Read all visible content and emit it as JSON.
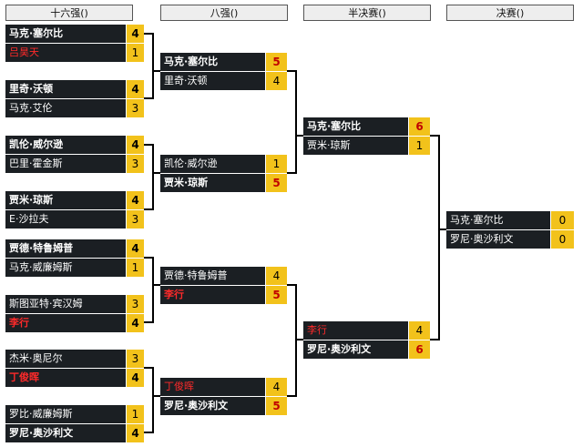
{
  "headers": {
    "r16": "十六强()",
    "qf": "八强()",
    "sf": "半决赛()",
    "final": "决赛()"
  },
  "r16": [
    {
      "a": "马克·塞尔比",
      "sa": "4",
      "b": "吕昊天",
      "sb": "1"
    },
    {
      "a": "里奇·沃顿",
      "sa": "4",
      "b": "马克·艾伦",
      "sb": "3"
    },
    {
      "a": "凯伦·威尔逊",
      "sa": "4",
      "b": "巴里·霍金斯",
      "sb": "3"
    },
    {
      "a": "贾米·琼斯",
      "sa": "4",
      "b": "E·沙拉夫",
      "sb": "3"
    },
    {
      "a": "贾德·特鲁姆普",
      "sa": "4",
      "b": "马克·威廉姆斯",
      "sb": "1"
    },
    {
      "a": "斯图亚特·宾汉姆",
      "sa": "3",
      "b": "李行",
      "sb": "4"
    },
    {
      "a": "杰米·奥尼尔",
      "sa": "3",
      "b": "丁俊晖",
      "sb": "4"
    },
    {
      "a": "罗比·威廉姆斯",
      "sa": "1",
      "b": "罗尼·奥沙利文",
      "sb": "4"
    }
  ],
  "qf": [
    {
      "a": "马克·塞尔比",
      "sa": "5",
      "b": "里奇·沃顿",
      "sb": "4"
    },
    {
      "a": "凯伦·威尔逊",
      "sa": "1",
      "b": "贾米·琼斯",
      "sb": "5"
    },
    {
      "a": "贾德·特鲁姆普",
      "sa": "4",
      "b": "李行",
      "sb": "5"
    },
    {
      "a": "丁俊晖",
      "sa": "4",
      "b": "罗尼·奥沙利文",
      "sb": "5"
    }
  ],
  "sf": [
    {
      "a": "马克·塞尔比",
      "sa": "6",
      "b": "贾米·琼斯",
      "sb": "1"
    },
    {
      "a": "李行",
      "sa": "4",
      "b": "罗尼·奥沙利文",
      "sb": "6"
    }
  ],
  "final": [
    {
      "a": "马克·塞尔比",
      "sa": "0",
      "b": "罗尼·奥沙利文",
      "sb": "0"
    }
  ],
  "colors": {
    "name_bg": "#1b1f23",
    "score_bg": "#f2c21b",
    "red_name": "#ff2a2a"
  }
}
